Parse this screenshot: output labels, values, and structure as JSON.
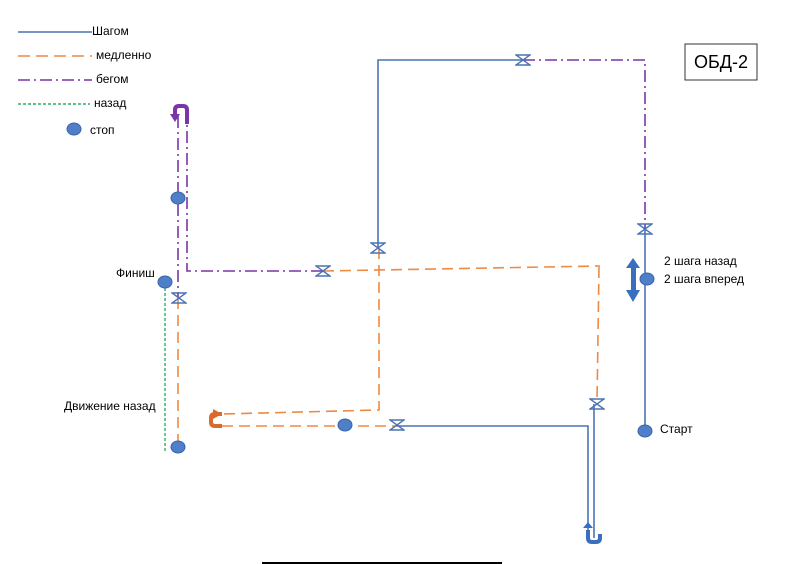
{
  "legend": {
    "walk": "Шагом",
    "slow": "медленно",
    "run": "бегом",
    "back": "назад",
    "stop": "стоп"
  },
  "badge": "ОБД-2",
  "labels": {
    "finish": "Финиш",
    "back_move": "Движение назад",
    "steps_back": "2 шага назад",
    "steps_forward": "2 шага вперед",
    "start": "Старт"
  },
  "colors": {
    "walk": "#4a74b4",
    "slow": "#ee8a44",
    "run": "#7a35a8",
    "back": "#2fae6a",
    "stop": "#4e7fc8",
    "arrow_purple": "#7a35a8",
    "arrow_orange": "#d96a2b",
    "arrow_blue": "#3a6fc0"
  }
}
